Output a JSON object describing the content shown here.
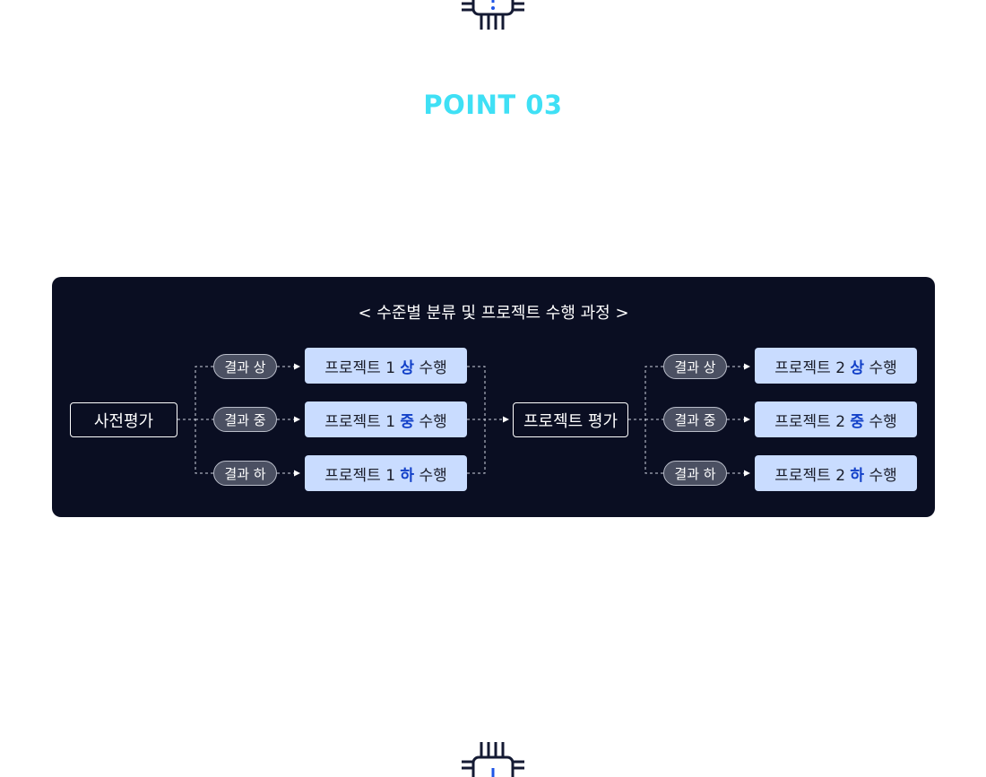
{
  "header": {
    "title": "POINT 03"
  },
  "diagram": {
    "title": "< 수준별 분류 및 프로젝트 수행 과정 >",
    "start_node": "사전평가",
    "middle_node": "프로젝트 평가",
    "pill_labels": [
      "결과 상",
      "결과 중",
      "결과 하"
    ],
    "project1": [
      {
        "prefix": "프로젝트 1 ",
        "level": "상",
        "suffix": " 수행"
      },
      {
        "prefix": "프로젝트 1 ",
        "level": "중",
        "suffix": " 수행"
      },
      {
        "prefix": "프로젝트 1 ",
        "level": "하",
        "suffix": " 수행"
      }
    ],
    "project2": [
      {
        "prefix": "프로젝트 2 ",
        "level": "상",
        "suffix": " 수행"
      },
      {
        "prefix": "프로젝트 2 ",
        "level": "중",
        "suffix": " 수행"
      },
      {
        "prefix": "프로젝트 2 ",
        "level": "하",
        "suffix": " 수행"
      }
    ]
  },
  "colors": {
    "accent": "#3fe0f5",
    "panel_bg": "#0a0e22",
    "project_box": "#c9dcff",
    "level_text": "#1240c8",
    "pill_bg": "#4b5062"
  },
  "icons": {
    "top": "chip-icon",
    "bottom": "chip-icon"
  }
}
